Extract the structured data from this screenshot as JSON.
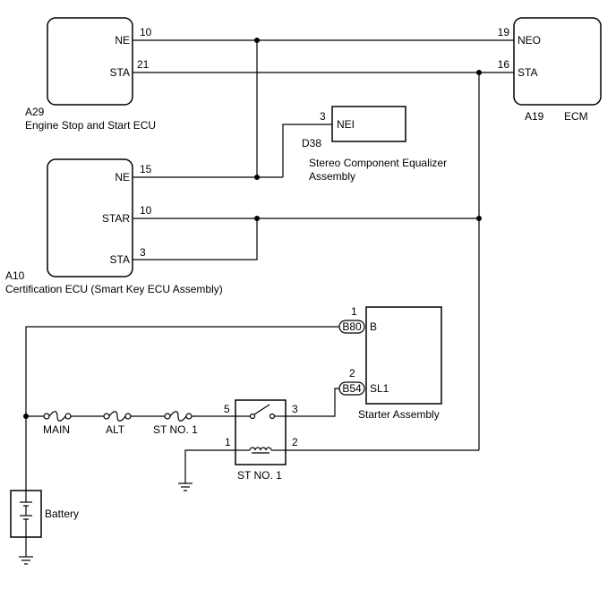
{
  "ecu_a29": {
    "code": "A29",
    "name": "Engine Stop and Start ECU",
    "terms": {
      "ne": "NE",
      "sta": "STA"
    },
    "pins": {
      "ne": "10",
      "sta": "21"
    }
  },
  "ecm_a19": {
    "code": "A19",
    "name": "ECM",
    "terms": {
      "neo": "NEO",
      "sta": "STA"
    },
    "pins": {
      "neo": "19",
      "sta": "16"
    }
  },
  "equalizer_d38": {
    "code": "D38",
    "name_line1": "Stereo Component Equalizer",
    "name_line2": "Assembly",
    "term": "NEI",
    "pin": "3"
  },
  "cert_a10": {
    "code": "A10",
    "name": "Certification ECU (Smart Key ECU Assembly)",
    "terms": {
      "ne": "NE",
      "star": "STAR",
      "sta": "STA"
    },
    "pins": {
      "ne": "15",
      "star": "10",
      "sta": "3"
    }
  },
  "starter": {
    "name": "Starter Assembly",
    "terms": {
      "b": "B",
      "sl1": "SL1"
    },
    "pins": {
      "b": "1",
      "sl1": "2"
    },
    "connectors": {
      "b": "B80",
      "sl1": "B54"
    }
  },
  "relay": {
    "name": "ST NO. 1",
    "pins": {
      "p5": "5",
      "p3": "3",
      "p1": "1",
      "p2": "2"
    }
  },
  "fuses": {
    "main": "MAIN",
    "alt": "ALT",
    "st": "ST NO. 1"
  },
  "battery": {
    "label": "Battery"
  }
}
